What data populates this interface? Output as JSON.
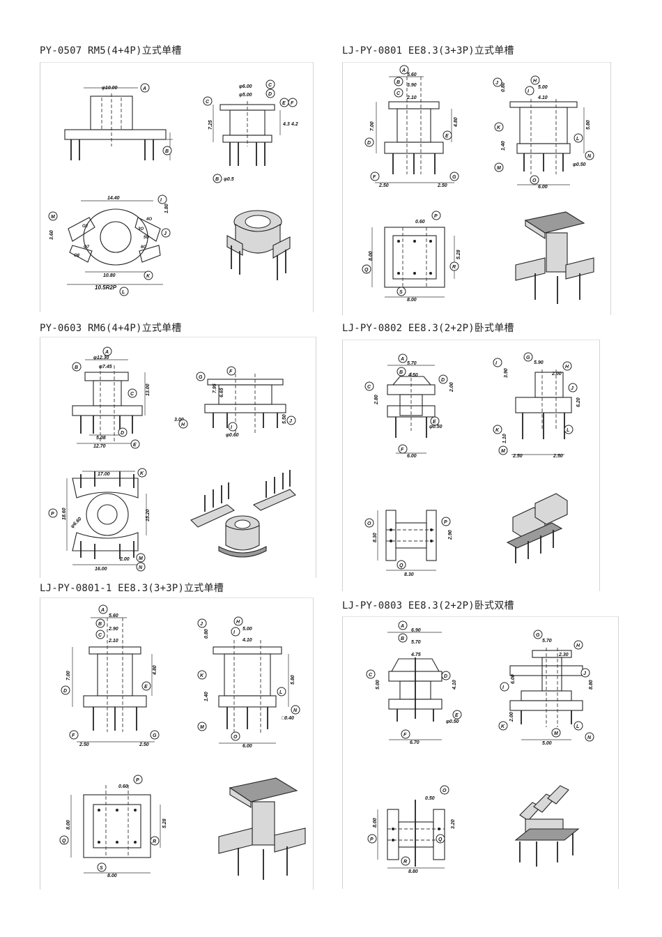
{
  "sections": [
    {
      "caption": "PY-0507 RM5(4+4P)立式单槽",
      "labels": {
        "dia_a": "φ10.00",
        "dia_c": "φ6.00",
        "dia_d": "φ5.00",
        "h_725": "7.25",
        "h_43": "4.3",
        "h_42": "4.2",
        "pin_e": "φ0.5",
        "w_14": "14.40",
        "h_180": "1.80",
        "w_1080": "10.80",
        "w_r2p": "10.5R2P",
        "h_360": "3.60",
        "pin1": "O2",
        "pin2": "O7",
        "pin3": "O8",
        "pin4": "4O",
        "pin5": "3O",
        "pin6": "5O",
        "pin7": "6O"
      }
    },
    {
      "caption": "LJ-PY-0801 EE8.3(3+3P)立式单槽",
      "labels": {
        "a": "5.60",
        "b": "3.90",
        "c": "2.10",
        "h": "7.00",
        "e": "4.80",
        "f": "2.50",
        "g": "2.50",
        "top": "5.00",
        "mid": "4.10",
        "h080": "0.80",
        "h140": "1.40",
        "h580": "5.80",
        "pin": "φ0.50",
        "bot": "6.00",
        "p": "0.60",
        "q": "8.00",
        "r": "5.28",
        "s": "8.00"
      }
    },
    {
      "caption": "PY-0603 RM6(4+4P)立式单槽",
      "labels": {
        "a": "φ12.30",
        "b": "φ7.45",
        "c": "13.00",
        "d": "5.08",
        "e": "12.70",
        "f": "7.95",
        "g": "6.65",
        "h": "3.00",
        "i": "φ0.60",
        "j": "5.50",
        "k": "17.00",
        "p": "18.60",
        "o": "φ6.60",
        "l": "15.20",
        "m": "2.00",
        "n": "16.00"
      }
    },
    {
      "caption": "LJ-PY-0802 EE8.3(2+2P)卧式单槽",
      "labels": {
        "a": "5.70",
        "b": "4.50",
        "c": "2.80",
        "d": "2.00",
        "e": "φ0.50",
        "f": "6.00",
        "g": "5.90",
        "h": "2.00",
        "i": "3.90",
        "j": "6.20",
        "k": "1.10",
        "m1": "2.50",
        "m2": "2.50",
        "o": "8.30",
        "p": "2.90",
        "q": "8.30"
      }
    },
    {
      "caption": "LJ-PY-0801-1 EE8.3(3+3P)立式单槽",
      "labels": {
        "a": "5.60",
        "b": "2.90",
        "c": "2.10",
        "h": "7.00",
        "e": "4.80",
        "f": "2.50",
        "g": "2.50",
        "top": "5.00",
        "mid": "4.10",
        "h080": "0.80",
        "h140": "1.40",
        "h580": "5.80",
        "pin": "□0.40",
        "bot": "6.00",
        "p": "0.60",
        "q": "8.00",
        "r": "5.28",
        "s": "8.00"
      }
    },
    {
      "caption": "LJ-PY-0803 EE8.3(2+2P)卧式双槽",
      "labels": {
        "a": "6.90",
        "b": "5.70",
        "c": "4.75",
        "d": "5.00",
        "e": "4.10",
        "pin": "φ0.50",
        "f": "6.70",
        "g": "5.70",
        "h": "2.30",
        "i": "6.00",
        "j": "8.80",
        "k": "2.00",
        "m": "5.00",
        "o": "0.50",
        "p": "8.00",
        "q": "3.20",
        "r": "8.80"
      }
    }
  ]
}
